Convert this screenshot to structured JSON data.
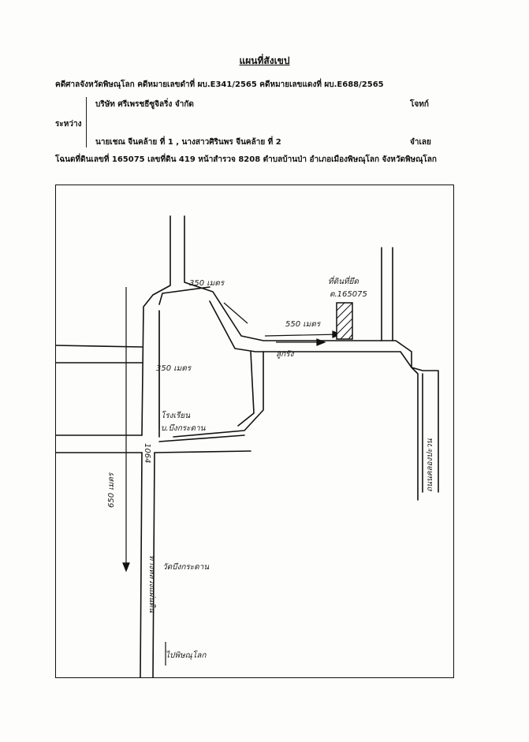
{
  "header": {
    "title": "แผนที่สังเขป",
    "court_line": "คดีศาลจังหวัดพิษณุโลก คดีหมายเลขดำที่ ผบ.E341/2565 คดีหมายเลขแดงที่ ผบ.E688/2565",
    "plaintiff": "บริษัท ศรีเพรชธีซูจิลริ่ง จำกัด",
    "plaintiff_role": "โจทก์",
    "between": "ระหว่าง",
    "defendant": "นายเชณ จีนคล้าย ที่ 1 , นางสาวศิรินพร จีนคล้าย ที่ 2",
    "defendant_role": "จำเลย",
    "deed_line": "โฉนดที่ดินเลขที่ 165075 เลขที่ดิน 419 หน้าสำรวจ 8208 ตำบลบ้านป่า อำเภอเมืองพิษณุโลก จังหวัดพิษณุโลก"
  },
  "map": {
    "labels": {
      "dist_top": "350 เมตร",
      "dist_right": "550 เมตร",
      "dist_left": "350 เมตร",
      "dist_long": "650 เมตร",
      "dirt_road": "ลูกรัง",
      "target_name": "ที่ดินที่ยึด",
      "target_deed": "ต.165075",
      "school_line1": "โรงเรียน",
      "school_line2": "บ.บึงกระดาน",
      "temple": "วัดบึงกระดาน",
      "road_main": "ทางหลวงแผ่นดิน",
      "road_no": "1064",
      "road_right": "ถนนคลองปะวน",
      "to_city": "ไปพิษณุโลก"
    }
  }
}
